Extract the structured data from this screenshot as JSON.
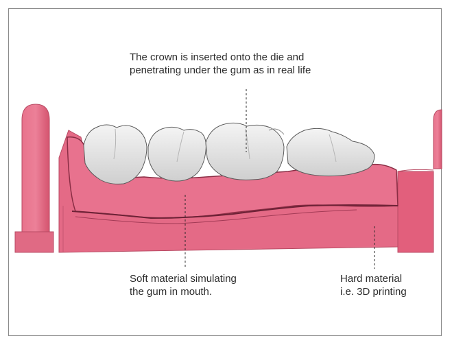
{
  "figure": {
    "annotations": {
      "crown": {
        "line1": "The crown is inserted onto the die and",
        "line2": "penetrating under the gum as in real life"
      },
      "soft_material": {
        "line1": "Soft material simulating",
        "line2": "the gum in mouth."
      },
      "hard_material": {
        "line1": "Hard material",
        "line2": "i.e. 3D printing"
      }
    },
    "colors": {
      "gum": "#e0607e",
      "gum_dark": "#b63f5b",
      "base": "#e86a85",
      "tooth": "#e9e9e9",
      "frame": "#8a8a8a",
      "text": "#2b2b2b"
    }
  }
}
